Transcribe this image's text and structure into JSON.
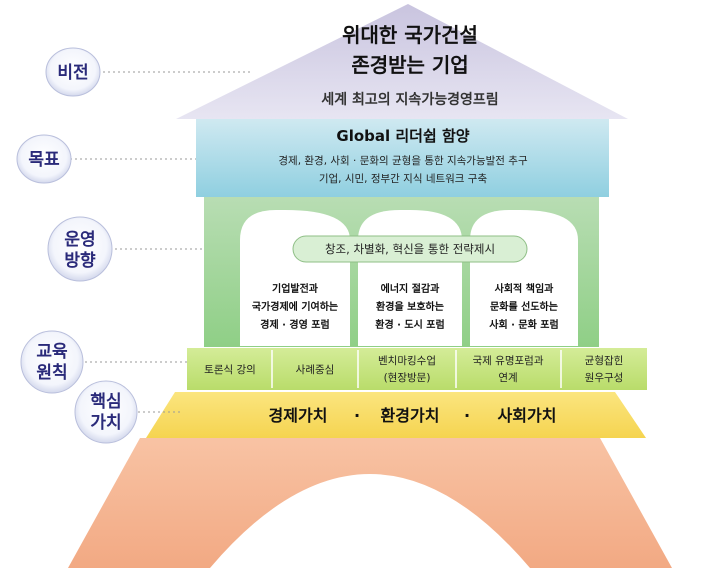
{
  "bubbles": {
    "vision": "비전",
    "goal_label": "목표",
    "direction_line1": "운영",
    "direction_line2": "방향",
    "edu_line1": "교육",
    "edu_line2": "원칙",
    "core_line1": "핵심",
    "core_line2": "가치"
  },
  "vision": {
    "line1": "위대한 국가건설",
    "line2": "존경받는 기업",
    "subtitle": "세계 최고의 지속가능경영프림"
  },
  "goal": {
    "title": "Global 리더쉽 함양",
    "line1": "경제, 환경, 사회 · 문화의 균형을 통한 지속가능발전 추구",
    "line2": "기업, 시민, 정부간 지식 네트워크 구축"
  },
  "direction": {
    "banner": "창조, 차별화, 혁신을 통한 전략제시",
    "columns": [
      [
        "기업발전과",
        "국가경제에 기여하는",
        "경제 · 경영 포럼"
      ],
      [
        "에너지 절감과",
        "환경을 보호하는",
        "환경 · 도시 포럼"
      ],
      [
        "사회적 책임과",
        "문화를 선도하는",
        "사회 · 문화 포럼"
      ]
    ]
  },
  "education": [
    [
      "토론식 강의"
    ],
    [
      "사례중심"
    ],
    [
      "벤치마킹수업",
      "(현장방문)"
    ],
    [
      "국제 유명포럼과",
      "연계"
    ],
    [
      "균형잡힌",
      "원우구성"
    ]
  ],
  "core_values": [
    "경제가치",
    "환경가치",
    "사회가치"
  ],
  "value_separator": "·"
}
